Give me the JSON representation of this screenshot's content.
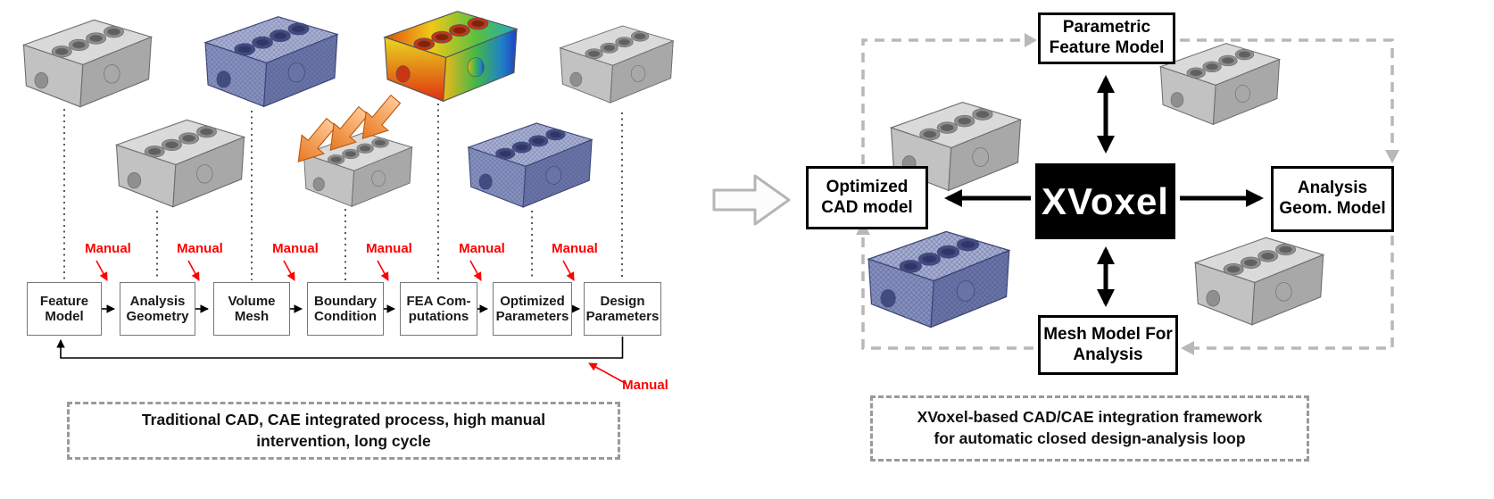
{
  "left_panel": {
    "flow_boxes": [
      "Feature Model",
      "Analysis Geometry",
      "Volume Mesh",
      "Boundary Condition",
      "FEA Com-putations",
      "Optimized Parameters",
      "Design Parameters"
    ],
    "manual_label": "Manual",
    "caption": "Traditional CAD, CAE integrated process, high manual intervention, long cycle"
  },
  "right_panel": {
    "nodes": {
      "top": "Parametric Feature Model",
      "left": "Optimized CAD model",
      "center": "XVoxel",
      "right": "Analysis Geom. Model",
      "bottom": "Mesh Model For Analysis"
    },
    "caption": "XVoxel-based CAD/CAE integration framework for automatic closed design-analysis loop"
  },
  "images": {
    "cad_model": "engine-block-cad-model",
    "mesh_model": "engine-block-mesh-model",
    "fea_result": "engine-block-fea-result",
    "load_arrows": "boundary-load-arrows"
  },
  "colors": {
    "manual_red": "#ff0000",
    "xvoxel_bg": "#000000",
    "xvoxel_text": "#ffffff",
    "dashed_loop_gray": "#b8b8b8",
    "cad_gray": "#cccccc",
    "mesh_blue": "#7b85b4",
    "fea_rainbow": [
      "#e03010",
      "#f07818",
      "#ffd800",
      "#58c428",
      "#18b8c8",
      "#2038d0"
    ],
    "load_orange": "#f08030"
  }
}
